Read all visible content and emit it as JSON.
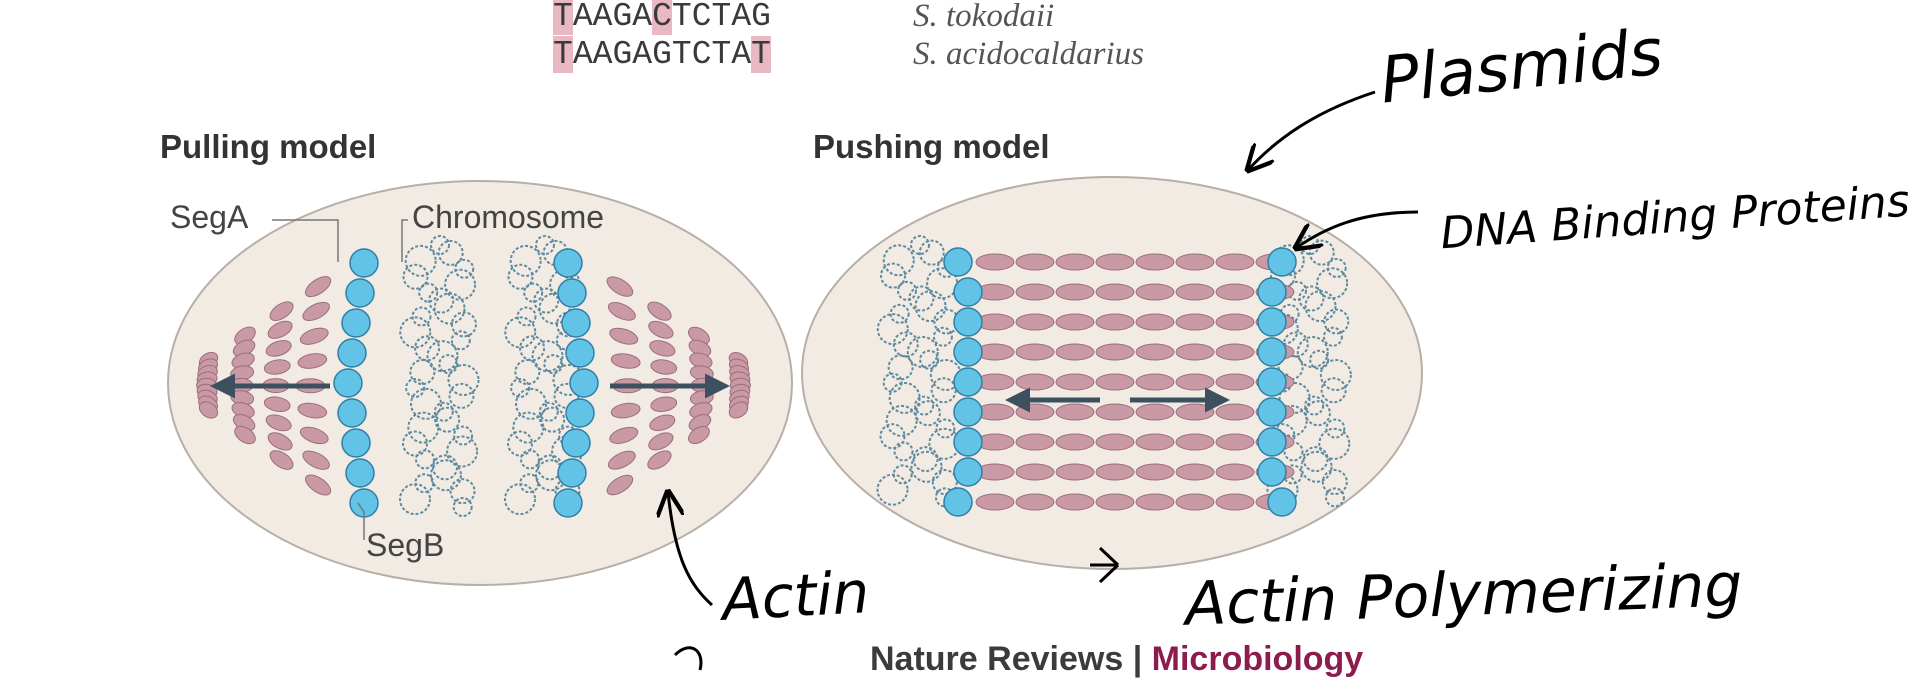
{
  "sequences": [
    {
      "letters": [
        "T",
        "A",
        "A",
        "G",
        "A",
        "C",
        "T",
        "C",
        "T",
        "A",
        "G"
      ],
      "highlight": [
        0,
        5
      ],
      "species": "S. tokodaii"
    },
    {
      "letters": [
        "T",
        "A",
        "A",
        "G",
        "A",
        "G",
        "T",
        "C",
        "T",
        "A",
        "T"
      ],
      "highlight": [
        0,
        10
      ],
      "species": "S. acidocaldarius"
    }
  ],
  "pulling": {
    "title": "Pulling model",
    "label_sega": "SegA",
    "label_chromosome": "Chromosome",
    "label_segb": "SegB"
  },
  "pushing": {
    "title": "Pushing model"
  },
  "credit": {
    "journal": "Nature Reviews",
    "separator": "|",
    "subject": "Microbiology"
  },
  "handwriting": {
    "plasmids": "Plasmids",
    "dna_binding": "DNA Binding Proteins",
    "actin_polymerizing": "Actin Polymerizing",
    "actin_left": "Actin"
  },
  "colors": {
    "filament": "#c99aa6",
    "bead": "#62c3e6",
    "cell": "#f1ebe4",
    "chromosome": "#5f8a9e",
    "accent": "#8e1b4d"
  }
}
